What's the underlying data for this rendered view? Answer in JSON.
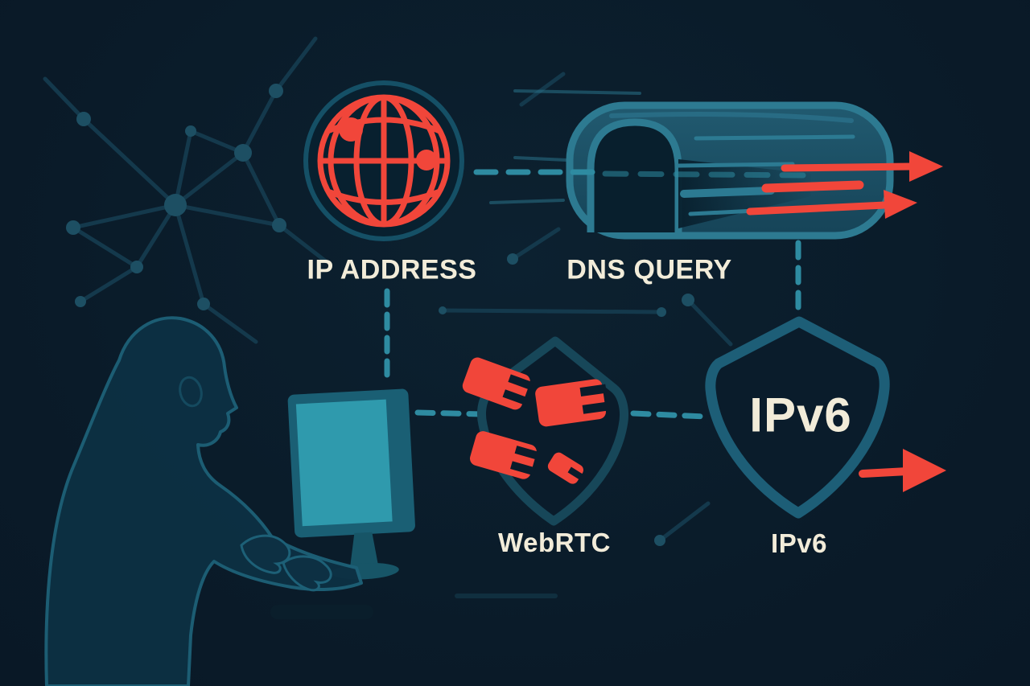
{
  "labels": {
    "ip_address": "IP ADDRESS",
    "dns_query": "DNS QUERY",
    "webrtc": "WebRTC",
    "ipv6_shield_text": "IPv6",
    "ipv6_caption": "IPv6"
  },
  "icons": [
    "network-graph",
    "ip-globe-icon",
    "dns-tunnel-icon",
    "leak-arrow-icon",
    "webrtc-broken-shield-icon",
    "ipv6-shield-icon",
    "monitor-icon",
    "person-silhouette",
    "dashed-connector"
  ],
  "palette": {
    "bg": "#0a1b29",
    "bg_deep": "#0a1c2b",
    "edge": "#14394c",
    "node": "#1d4f63",
    "dash": "#2e8ba1",
    "dash_bright": "#4fa8bb",
    "tunnel_edge": "#2d7a91",
    "tunnel_dark": "#081f2d",
    "speed": "#2c7a92",
    "red": "#f1463a",
    "cream": "#f2ecd9",
    "shield_webrtc": "#174759",
    "shield_ipv6": "#1d5e77",
    "sil": "#0d3043",
    "sil_line": "#1d6077",
    "mon": "#1a5f74",
    "mon_dark": "#175567",
    "screen": "#2f9aad",
    "globe_ring": "#155066",
    "kbd": "#0a1e2b"
  }
}
